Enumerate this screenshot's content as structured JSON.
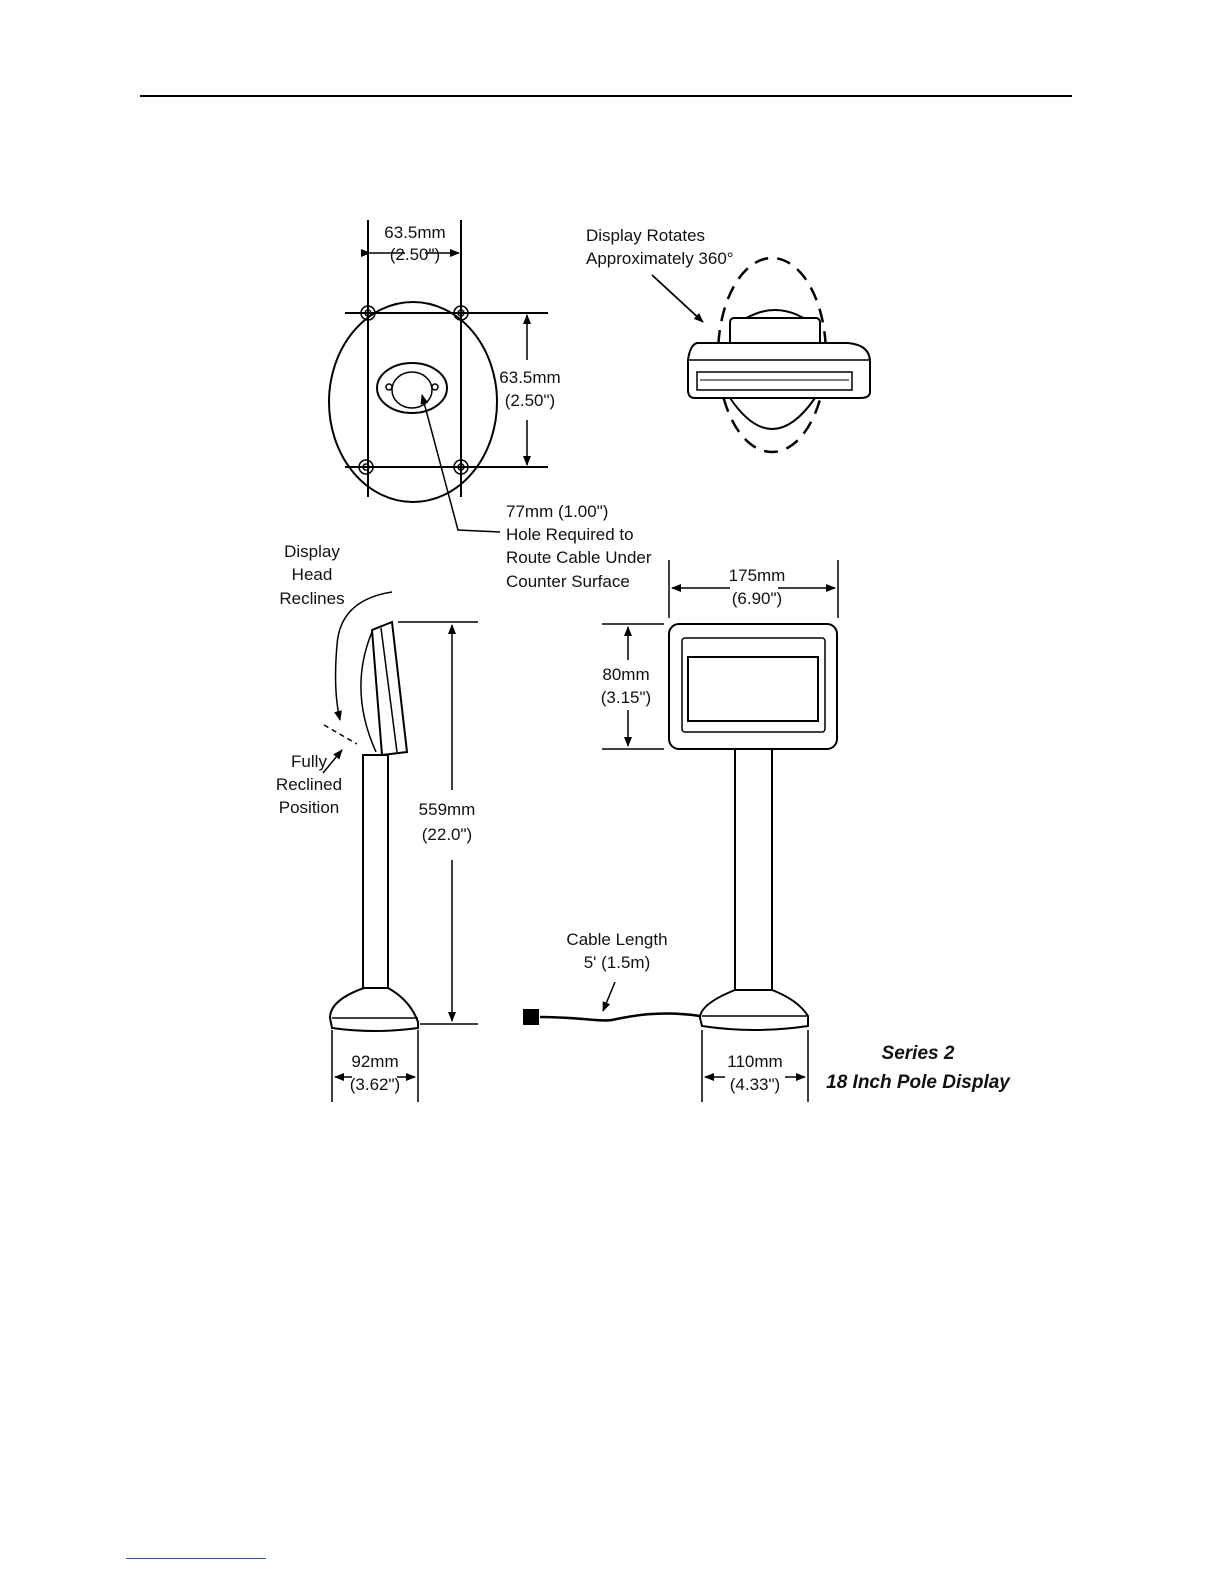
{
  "top_view": {
    "width_dim": {
      "mm": "63.5mm",
      "in": "(2.50\")"
    },
    "height_dim": {
      "mm": "63.5mm",
      "in": "(2.50\")"
    },
    "hole_note": [
      "77mm (1.00\")",
      "Hole Required to",
      "Route Cable Under",
      "Counter Surface"
    ]
  },
  "rotate_view": {
    "note": [
      "Display Rotates",
      "Approximately 360°"
    ]
  },
  "side_view": {
    "recline_note": [
      "Display",
      "Head",
      "Reclines"
    ],
    "fully_note": [
      "Fully",
      "Reclined",
      "Position"
    ],
    "height_dim": {
      "mm": "559mm",
      "in": "(22.0\")"
    },
    "base_dim": {
      "mm": "92mm",
      "in": "(3.62\")"
    }
  },
  "front_view": {
    "width_dim": {
      "mm": "175mm",
      "in": "(6.90\")"
    },
    "head_height_dim": {
      "mm": "80mm",
      "in": "(3.15\")"
    },
    "base_dim": {
      "mm": "110mm",
      "in": "(4.33\")"
    },
    "cable_note": [
      "Cable Length",
      "5' (1.5m)"
    ]
  },
  "caption": {
    "line1": "Series 2",
    "line2": "18 Inch Pole Display"
  }
}
